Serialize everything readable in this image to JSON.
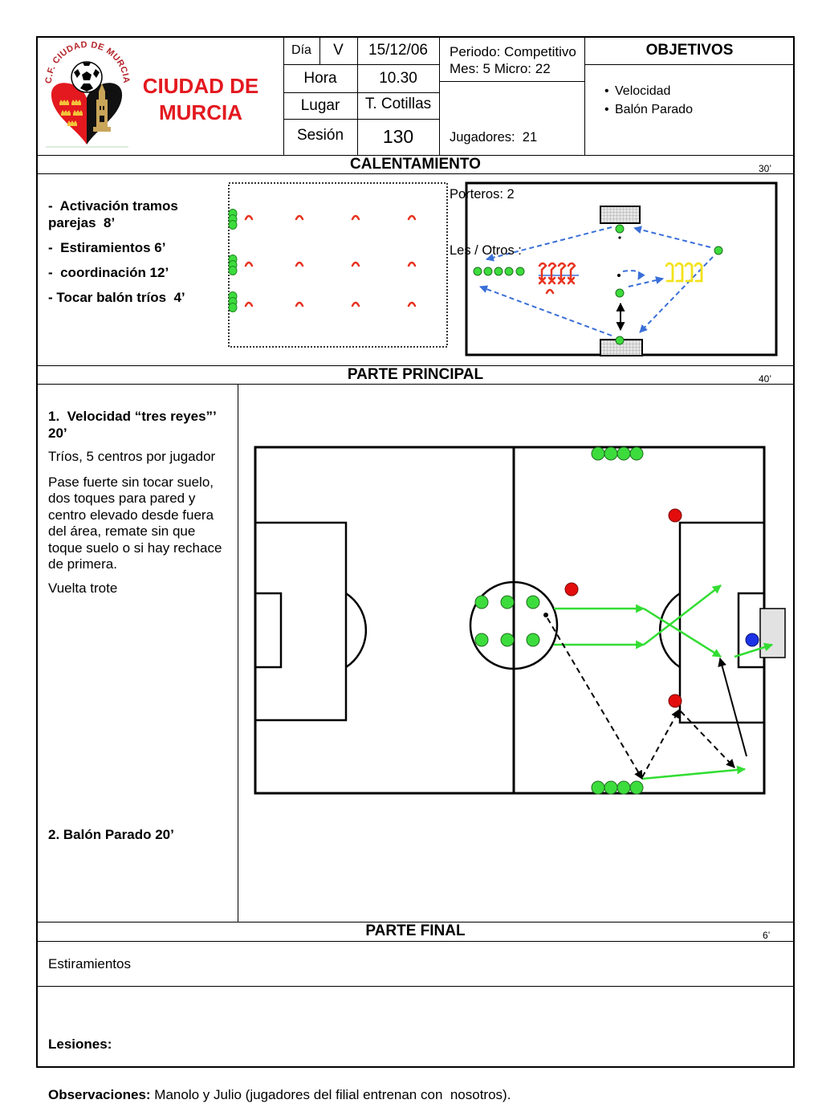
{
  "header": {
    "logo_text": "C.F. CIUDAD DE MURCIA",
    "club_name_line1": "CIUDAD DE",
    "club_name_line2": "MURCIA",
    "dia_label": "Día",
    "dia_value": "V",
    "fecha": "15/12/06",
    "hora_label": "Hora",
    "hora_value": "10.30",
    "lugar_label": "Lugar",
    "lugar_value": "T. Cotillas",
    "sesion_label": "Sesión",
    "sesion_value": "130",
    "periodo": "Periodo: Competitivo",
    "mes_micro": "Mes: 5 Micro: 22",
    "jugadores": "Jugadores:  21",
    "porteros": "Porteros: 2",
    "otros": "Les / Otros :",
    "objetivos_title": "OBJETIVOS",
    "objetivos": [
      "Velocidad",
      "Balón Parado"
    ]
  },
  "calentamiento": {
    "title": "CALENTAMIENTO",
    "duration": "30’",
    "items": [
      "-  Activación tramos parejas  8’",
      "-  Estiramientos 6’",
      "-  coordinación 12’",
      "- Tocar balón tríos  4’"
    ]
  },
  "parte_principal": {
    "title": "PARTE PRINCIPAL",
    "duration": "40’",
    "exercise1_title": "1.  Velocidad “tres reyes”’ 20’",
    "exercise1_subtitle": "Tríos, 5 centros por jugador",
    "exercise1_description": "Pase fuerte sin tocar suelo, dos toques para pared y centro elevado desde fuera del área, remate sin que toque suelo o si hay rechace de primera.",
    "exercise1_note": "Vuelta trote",
    "exercise2_title": "2. Balón Parado 20’"
  },
  "parte_final": {
    "title": "PARTE FINAL",
    "duration": "6’",
    "content": "Estiramientos"
  },
  "footer": {
    "lesiones_label": "Lesiones:",
    "observaciones_label": "Observaciones:",
    "observaciones_value": "Manolo y Julio (jugadores del filial entrenan con  nosotros)."
  },
  "colors": {
    "club_red": "#e3191f",
    "player_green": "#3ddc3d",
    "player_red": "#e30d0d",
    "keeper_blue": "#1c33e6",
    "arrow_blue": "#3a6fd8",
    "cone_red": "#e8321e",
    "marker_yellow": "#f2e21a"
  }
}
